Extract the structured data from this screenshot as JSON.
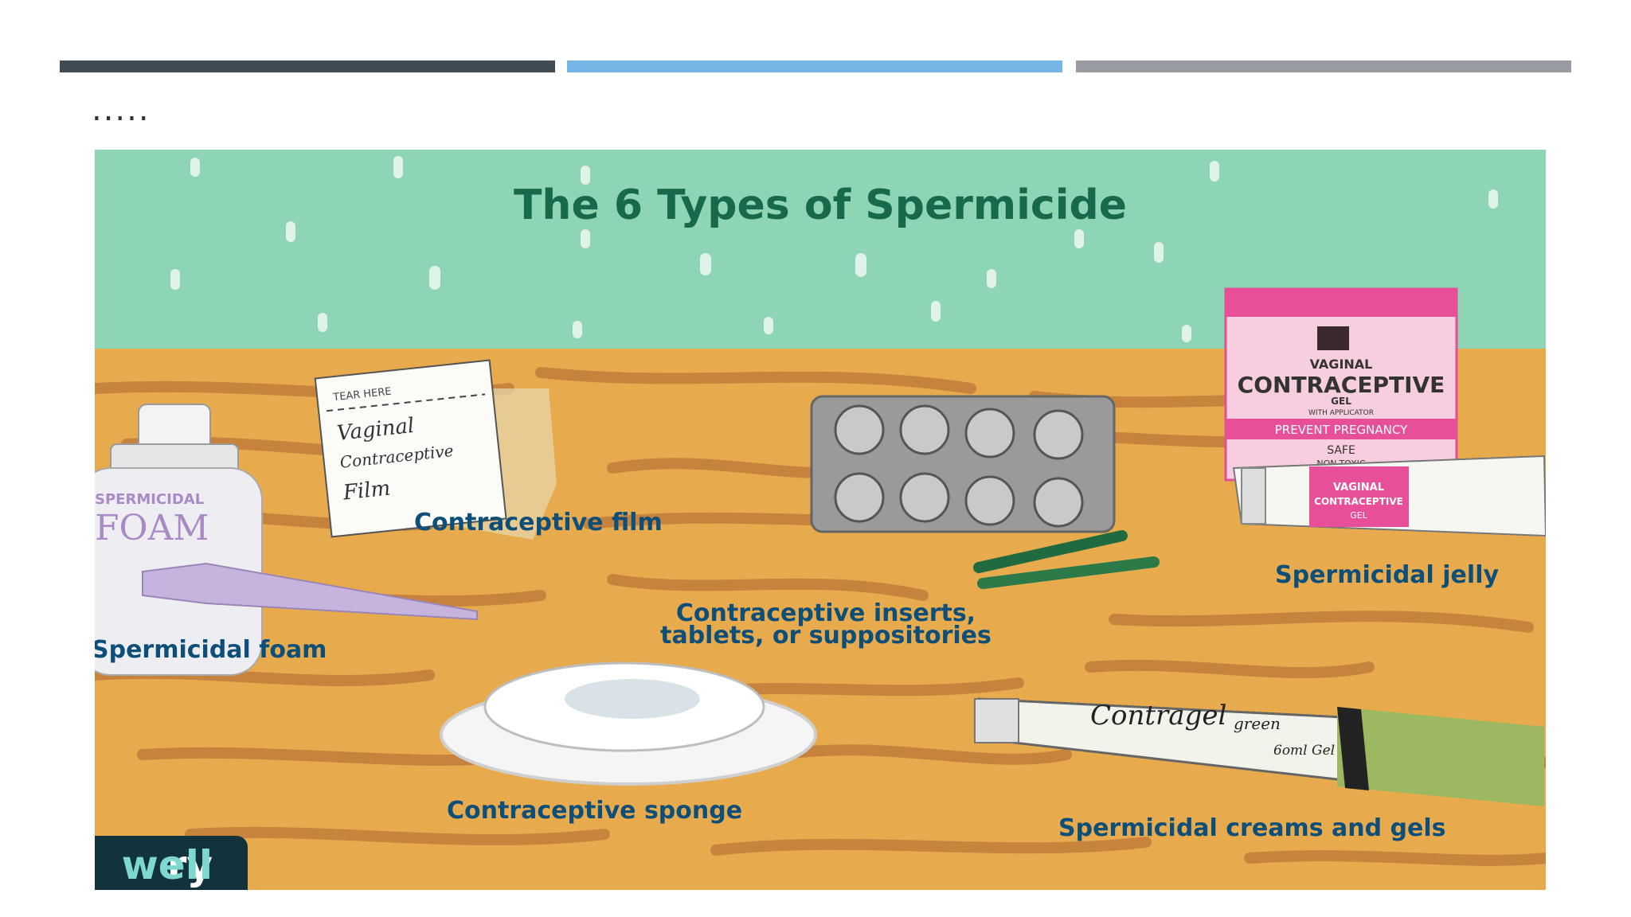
{
  "slide": {
    "dots": ".....",
    "bar_colors": [
      "#414b55",
      "#76b6e6",
      "#969ca1"
    ]
  },
  "infographic": {
    "title": "The 6 Types of Spermicide",
    "labels": {
      "film": "Contraceptive film",
      "foam": "Spermicidal foam",
      "inserts_line1": "Contraceptive inserts,",
      "inserts_line2": "tablets, or suppositories",
      "jelly": "Spermicidal jelly",
      "sponge": "Contraceptive sponge",
      "creams": "Spermicidal creams and gels"
    },
    "foam_can": {
      "line1": "SPERMICIDAL",
      "line2": "FOAM"
    },
    "film_packet": {
      "tear": "TEAR HERE",
      "line1": "Vaginal",
      "line2": "Contraceptive",
      "line3": "Film"
    },
    "gel_box": {
      "line1": "VAGINAL",
      "line2": "CONTRACEPTIVE",
      "line3": "GEL",
      "line4": "WITH APPLICATOR",
      "band": "PREVENT PREGNANCY",
      "line5": "SAFE",
      "line6": "NON-TOXIC"
    },
    "jelly_tube": {
      "line1": "VAGINAL",
      "line2": "CONTRACEPTIVE",
      "line3": "GEL"
    },
    "gel_tube": {
      "brand": "Contragel",
      "variant": "green",
      "size": "6oml Gel"
    },
    "watermark": {
      "left": "ry",
      "right": "well"
    }
  }
}
